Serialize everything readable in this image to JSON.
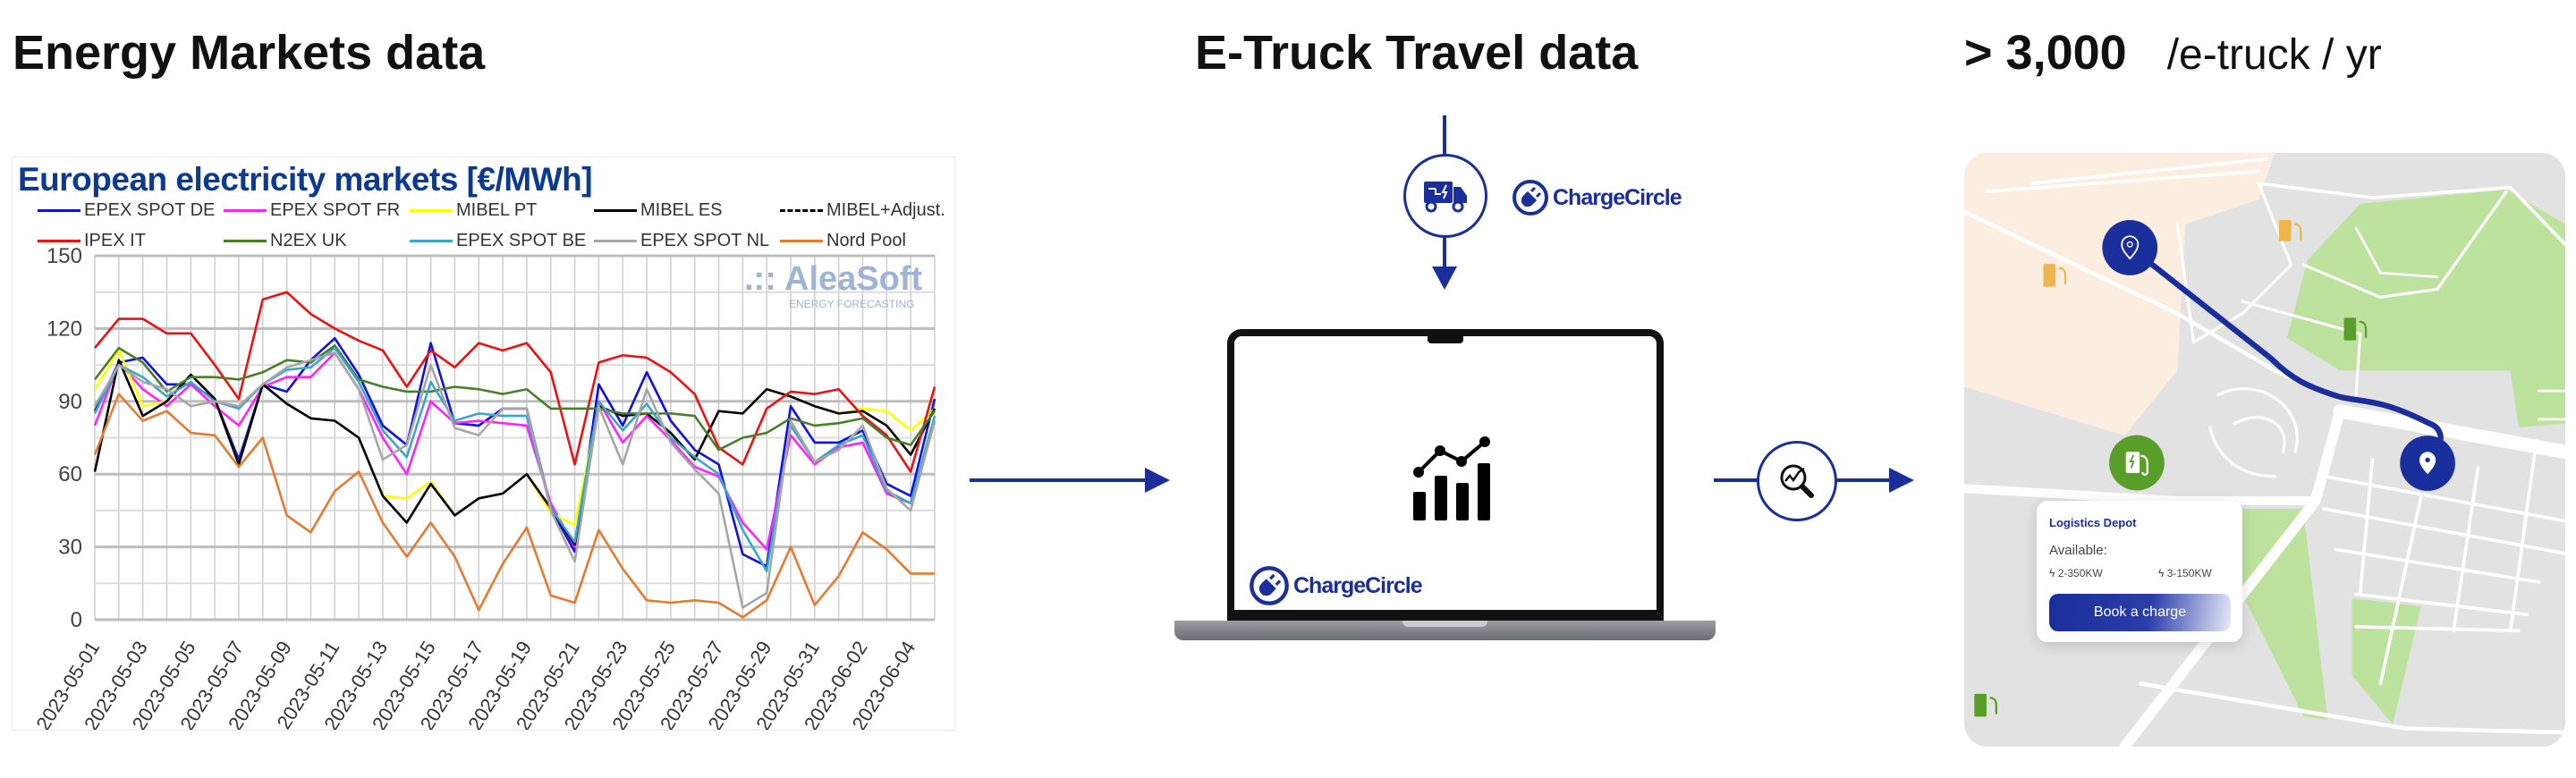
{
  "headings": {
    "energy": "Energy Markets data",
    "truck": "E-Truck Travel data",
    "value": "> 3,000",
    "unit": "/e-truck / yr"
  },
  "colors": {
    "brand": "#1a2e9c",
    "charger_green": "#5a9e2a",
    "charger_amber": "#f0b54a"
  },
  "chargecircle": {
    "logo_top": "ChargeCircle",
    "logo_screen": "ChargeCircle"
  },
  "icons": {
    "truck": "electric-truck-icon",
    "analytics": "chart-magnifier-icon",
    "screen": "bar-line-chart-icon"
  },
  "chart_data": {
    "type": "line",
    "title": "European electricity markets [€/MWh]",
    "watermark": "AleaSoft",
    "watermark_sub": "ENERGY FORECASTING",
    "ylim": [
      0,
      150
    ],
    "yticks": [
      0,
      30,
      60,
      90,
      120,
      150
    ],
    "grid": true,
    "legend_placement": "top",
    "x": [
      "2023-05-01",
      "2023-05-02",
      "2023-05-03",
      "2023-05-04",
      "2023-05-05",
      "2023-05-06",
      "2023-05-07",
      "2023-05-08",
      "2023-05-09",
      "2023-05-10",
      "2023-05-11",
      "2023-05-12",
      "2023-05-13",
      "2023-05-14",
      "2023-05-15",
      "2023-05-16",
      "2023-05-17",
      "2023-05-18",
      "2023-05-19",
      "2023-05-20",
      "2023-05-21",
      "2023-05-22",
      "2023-05-23",
      "2023-05-24",
      "2023-05-25",
      "2023-05-26",
      "2023-05-27",
      "2023-05-28",
      "2023-05-29",
      "2023-05-30",
      "2023-05-31",
      "2023-06-01",
      "2023-06-02",
      "2023-06-03",
      "2023-06-04",
      "2023-06-05"
    ],
    "xtick_labels": [
      "2023-05-01",
      "2023-05-03",
      "2023-05-05",
      "2023-05-07",
      "2023-05-09",
      "2023-05-11",
      "2023-05-13",
      "2023-05-15",
      "2023-05-17",
      "2023-05-19",
      "2023-05-21",
      "2023-05-23",
      "2023-05-25",
      "2023-05-27",
      "2023-05-29",
      "2023-05-31",
      "2023-06-02",
      "2023-06-04"
    ],
    "series": [
      {
        "name": "EPEX SPOT DE",
        "color": "#1010e0",
        "values": [
          86,
          106,
          108,
          97,
          97,
          91,
          66,
          97,
          94,
          107,
          116,
          101,
          80,
          72,
          114,
          81,
          80,
          87,
          87,
          46,
          28,
          97,
          80,
          102,
          82,
          70,
          64,
          27,
          22,
          88,
          73,
          73,
          78,
          56,
          51,
          91
        ]
      },
      {
        "name": "EPEX SPOT FR",
        "color": "#ff22ff",
        "values": [
          80,
          106,
          95,
          88,
          97,
          88,
          80,
          96,
          100,
          100,
          110,
          95,
          75,
          60,
          90,
          81,
          82,
          81,
          80,
          48,
          30,
          90,
          73,
          84,
          74,
          63,
          59,
          40,
          29,
          76,
          64,
          71,
          73,
          52,
          48,
          82
        ]
      },
      {
        "name": "MIBEL PT",
        "color": "#ffff00",
        "values": [
          95,
          111,
          88,
          90,
          101,
          91,
          64,
          97,
          89,
          83,
          82,
          75,
          51,
          50,
          57,
          43,
          50,
          52,
          60,
          44,
          39,
          88,
          84,
          85,
          77,
          66,
          86,
          85,
          95,
          92,
          88,
          85,
          87,
          86,
          78,
          87
        ]
      },
      {
        "name": "MIBEL ES",
        "color": "#000000",
        "values": [
          61,
          107,
          84,
          90,
          101,
          91,
          64,
          97,
          89,
          83,
          82,
          75,
          51,
          40,
          56,
          43,
          50,
          52,
          60,
          46,
          31,
          88,
          84,
          85,
          77,
          66,
          86,
          85,
          95,
          92,
          88,
          85,
          86,
          80,
          68,
          87
        ]
      },
      {
        "name": "MIBEL+Adjust.",
        "color": "#000000",
        "dashed": true,
        "values": []
      },
      {
        "name": "IPEX IT",
        "color": "#ee1111",
        "values": [
          112,
          124,
          124,
          118,
          118,
          105,
          91,
          132,
          135,
          126,
          120,
          115,
          111,
          96,
          111,
          104,
          114,
          111,
          114,
          102,
          64,
          106,
          109,
          108,
          102,
          93,
          71,
          64,
          87,
          94,
          93,
          95,
          84,
          76,
          61,
          96
        ]
      },
      {
        "name": "N2EX UK",
        "color": "#4a7f2a",
        "values": [
          99,
          112,
          106,
          94,
          100,
          100,
          99,
          102,
          107,
          106,
          113,
          99,
          96,
          94,
          94,
          96,
          95,
          93,
          95,
          87,
          87,
          87,
          85,
          85,
          85,
          84,
          70,
          75,
          77,
          83,
          80,
          81,
          83,
          75,
          72,
          86
        ]
      },
      {
        "name": "EPEX SPOT BE",
        "color": "#3aa6c8",
        "values": [
          85,
          105,
          100,
          92,
          98,
          90,
          87,
          97,
          103,
          104,
          112,
          98,
          78,
          67,
          98,
          82,
          85,
          84,
          84,
          46,
          32,
          90,
          78,
          89,
          75,
          67,
          60,
          37,
          20,
          80,
          65,
          72,
          76,
          53,
          48,
          84
        ]
      },
      {
        "name": "EPEX SPOT NL",
        "color": "#a6a6a6",
        "values": [
          88,
          105,
          98,
          95,
          88,
          90,
          88,
          97,
          104,
          107,
          110,
          95,
          66,
          72,
          105,
          79,
          76,
          87,
          87,
          45,
          24,
          88,
          64,
          95,
          73,
          62,
          52,
          5,
          11,
          82,
          65,
          70,
          80,
          54,
          45,
          82
        ]
      },
      {
        "name": "Nord Pool",
        "color": "#e57a30",
        "values": [
          68,
          93,
          82,
          86,
          77,
          76,
          63,
          75,
          43,
          36,
          53,
          61,
          40,
          26,
          40,
          26,
          4,
          23,
          38,
          10,
          7,
          37,
          21,
          8,
          7,
          8,
          7,
          1,
          8,
          30,
          6,
          18,
          36,
          29,
          19,
          19
        ]
      }
    ]
  },
  "map": {
    "card_title": "Logistics Depot",
    "available_label": "Available:",
    "chargers": [
      "2-350KW",
      "3-150KW"
    ],
    "book_button": "Book a charge"
  }
}
